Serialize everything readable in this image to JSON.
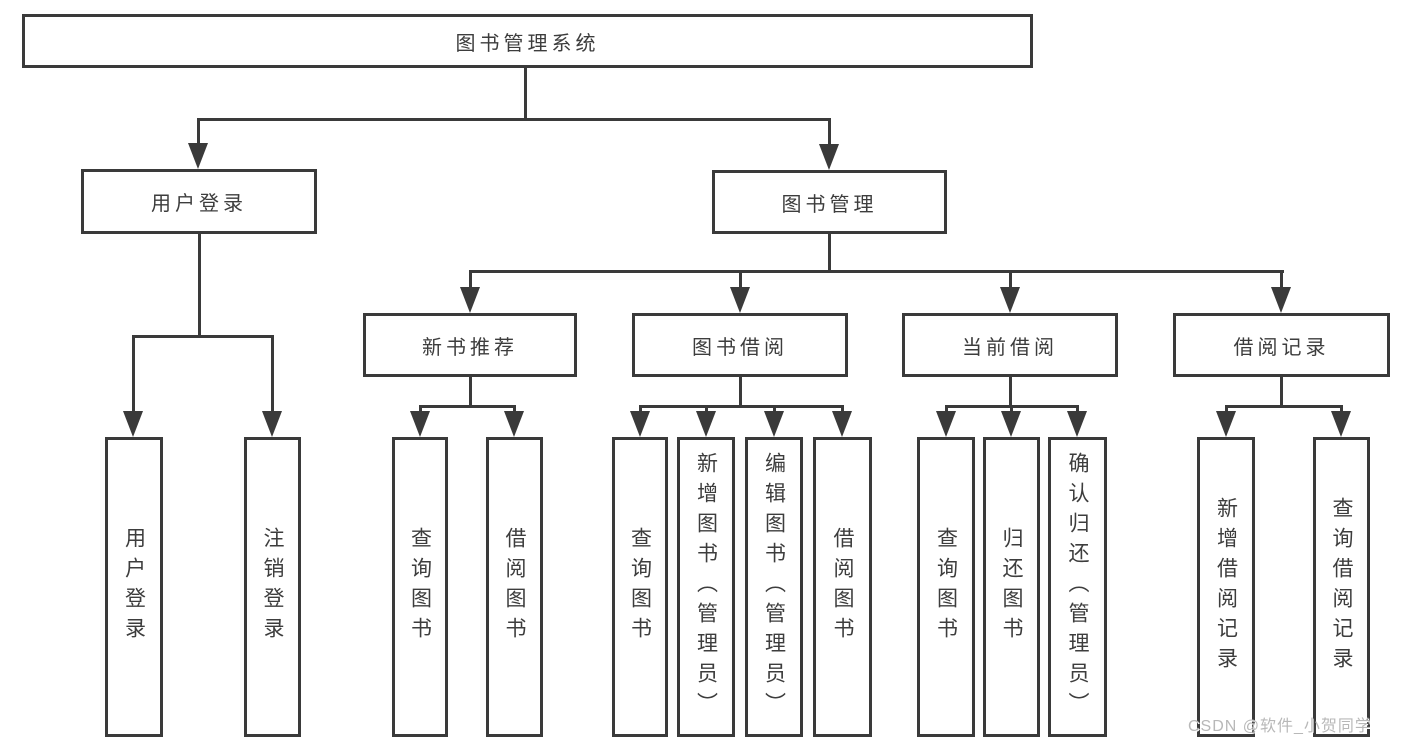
{
  "colors": {
    "line": "#3a3a3a",
    "text": "#3d3d3d",
    "watermark": "#b8b8b8",
    "background": "#ffffff"
  },
  "diagram": {
    "root": "图书管理系统",
    "branches": [
      {
        "label": "用户登录",
        "children": [
          "用户登录",
          "注销登录"
        ]
      },
      {
        "label": "图书管理",
        "children": [
          {
            "label": "新书推荐",
            "children": [
              "查询图书",
              "借阅图书"
            ]
          },
          {
            "label": "图书借阅",
            "children": [
              "查询图书",
              "新增图书（管理员）",
              "编辑图书（管理员）",
              "借阅图书"
            ]
          },
          {
            "label": "当前借阅",
            "children": [
              "查询图书",
              "归还图书",
              "确认归还（管理员）"
            ]
          },
          {
            "label": "借阅记录",
            "children": [
              "新增借阅记录",
              "查询借阅记录"
            ]
          }
        ]
      }
    ]
  },
  "watermark": "CSDN @软件_小贺同学"
}
